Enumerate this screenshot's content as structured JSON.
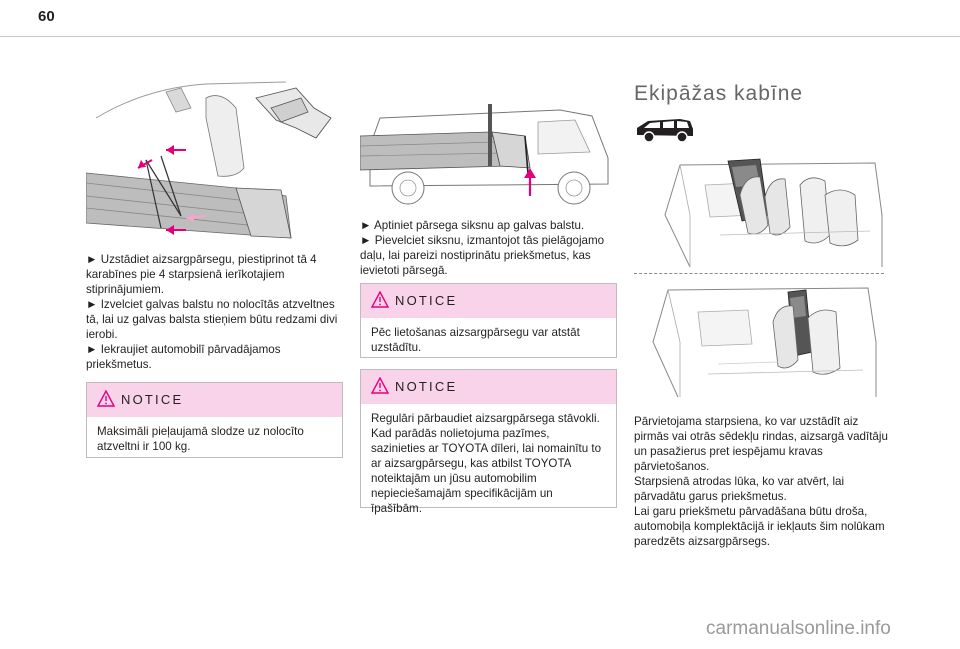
{
  "page": {
    "number": "60"
  },
  "left_column": {
    "paragraphs": [
      "► Uzstādiet aizsargpārsegu, piestiprinot tā 4 karabīnes pie 4 starpsienā ierīkotajiem stiprinājumiem.",
      "► Izvelciet galvas balstu no nolocītās atzveltnes tā, lai uz galvas balsta stieņiem būtu redzami divi ierobi.",
      "► Iekraujiet automobilī pārvadājamos priekšmetus."
    ],
    "notice": {
      "title": "NOTICE",
      "text": "Maksimāli pieļaujamā slodze uz nolocīto atzveltni ir 100 kg."
    }
  },
  "middle_column": {
    "paragraphs": [
      "► Aptiniet pārsega siksnu ap galvas balstu.",
      "► Pievelciet siksnu, izmantojot tās pielāgojamo daļu, lai pareizi nostiprinātu priekšmetus, kas ievietoti pārsegā."
    ],
    "notice1": {
      "title": "NOTICE",
      "text": "Pēc lietošanas aizsargpārsegu var atstāt uzstādītu."
    },
    "notice2": {
      "title": "NOTICE",
      "text": "Regulāri pārbaudiet aizsargpārsega stāvokli. Kad parādās nolietojuma pazīmes, sazinieties ar TOYOTA dīleri, lai nomainītu to ar aizsargpārsegu, kas atbilst TOYOTA noteiktajām un jūsu automobilim nepieciešamajām specifikācijām un īpašībām."
    }
  },
  "right_column": {
    "title": "Ekipāžas kabīne",
    "paragraphs": [
      "Pārvietojama starpsiena, ko var uzstādīt aiz pirmās vai otrās sēdekļu rindas, aizsargā vadītāju un pasažierus pret iespējamu kravas pārvietošanos.",
      "Starpsienā atrodas lūka, ko var atvērt, lai pārvadātu garus priekšmetus.",
      "Lai garu priekšmetu pārvadāšana būtu droša, automobiļa komplektācijā ir iekļauts šim nolūkam paredzēts aizsargpārsegs."
    ]
  },
  "watermark": "carmanualsonline.info",
  "colors": {
    "notice_header": "#f8d3ea",
    "warning_icon": "#e4007d",
    "arrow": "#e4007d",
    "title_gray": "#666666"
  },
  "icons": [
    "warning-triangle-icon",
    "van-icon"
  ]
}
